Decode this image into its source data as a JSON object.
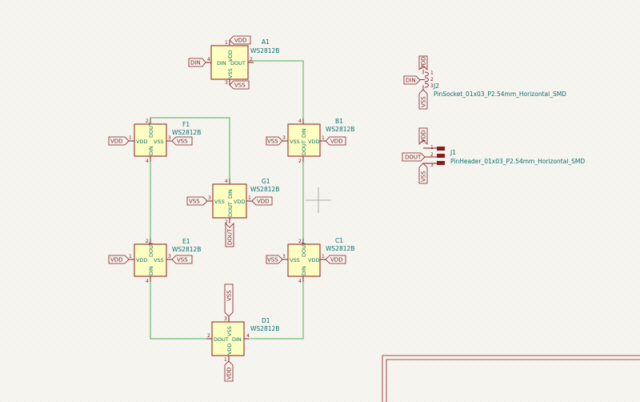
{
  "components": [
    {
      "id": "A1",
      "ref": "A1",
      "value": "WS2812B",
      "din": "DIN",
      "dout": "DOUT",
      "vdd": "VDD",
      "vss": "VSS",
      "p1": "1",
      "p2": "2",
      "p3": "3",
      "p4": "4"
    },
    {
      "id": "B1",
      "ref": "B1",
      "value": "WS2812B",
      "din": "DIN",
      "dout": "DOUT",
      "vdd": "VDD",
      "vss": "VSS",
      "p1": "1",
      "p2": "2",
      "p3": "3",
      "p4": "4"
    },
    {
      "id": "C1",
      "ref": "C1",
      "value": "WS2812B",
      "din": "DIN",
      "dout": "DOUT",
      "vdd": "VDD",
      "vss": "VSS",
      "p1": "1",
      "p2": "2",
      "p3": "3",
      "p4": "4"
    },
    {
      "id": "D1",
      "ref": "D1",
      "value": "WS2812B",
      "din": "DIN",
      "dout": "DOUT",
      "vdd": "VDD",
      "vss": "VSS",
      "p1": "1",
      "p2": "2",
      "p3": "3",
      "p4": "4"
    },
    {
      "id": "E1",
      "ref": "E1",
      "value": "WS2812B",
      "din": "DIN",
      "dout": "DOUT",
      "vdd": "VDD",
      "vss": "VSS",
      "p1": "1",
      "p2": "2",
      "p3": "3",
      "p4": "4"
    },
    {
      "id": "F1",
      "ref": "F1",
      "value": "WS2812B",
      "din": "DIN",
      "dout": "DOUT",
      "vdd": "VDD",
      "vss": "VSS",
      "p1": "1",
      "p2": "2",
      "p3": "3",
      "p4": "4"
    },
    {
      "id": "G1",
      "ref": "G1",
      "value": "WS2812B",
      "din": "DIN",
      "dout": "DOUT",
      "vdd": "VDD",
      "vss": "VSS",
      "p1": "1",
      "p2": "2",
      "p3": "3",
      "p4": "4"
    }
  ],
  "connectors": [
    {
      "ref": "J2",
      "value": "PinSocket_01x03_P2.54mm_Horizontal_SMD",
      "pins": [
        "1",
        "2",
        "3"
      ]
    },
    {
      "ref": "J1",
      "value": "PinHeader_01x03_P2.54mm_Horizontal_SMD",
      "pins": [
        "1",
        "2",
        "3"
      ]
    }
  ],
  "net_labels": [
    "VDD",
    "DIN",
    "VSS",
    "DOUT"
  ],
  "colors": {
    "background": "#f5f4ef",
    "wire": "#4caf50",
    "component_body": "#ffffc2",
    "component_border": "#8b1a1a",
    "label_border": "#8b1a1a",
    "reference": "#0e6f6f"
  }
}
